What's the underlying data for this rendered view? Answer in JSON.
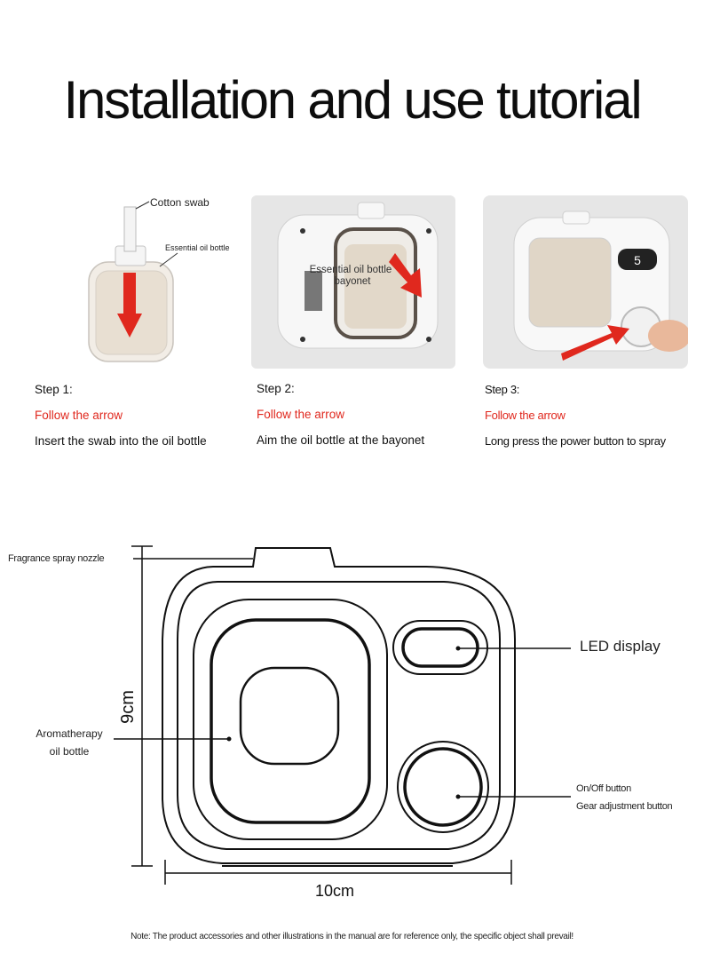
{
  "title": "Installation and use tutorial",
  "steps": [
    {
      "step": "Step 1:",
      "arrow_hint": "Follow the arrow",
      "description": "Insert the swab into the oil bottle",
      "image_labels": {
        "cotton_swab": "Cotton swab",
        "oil_bottle": "Essential oil bottle"
      }
    },
    {
      "step": "Step 2:",
      "arrow_hint": "Follow the arrow",
      "description": "Aim the oil bottle at the bayonet",
      "image_labels": {
        "bayonet_line1": "Essential oil bottle",
        "bayonet_line2": "bayonet"
      }
    },
    {
      "step": "Step 3:",
      "arrow_hint": "Follow the arrow",
      "description": "Long press the power button to spray",
      "image_labels": {
        "display_digit": "5"
      }
    }
  ],
  "diagram": {
    "labels": {
      "nozzle": "Fragrance spray nozzle",
      "bottle_line1": "Aromatherapy",
      "bottle_line2": "oil bottle",
      "led": "LED display",
      "button_line1": "On/Off button",
      "button_line2": "Gear adjustment button"
    },
    "height_dim": "9cm",
    "width_dim": "10cm"
  },
  "note": "Note: The product accessories and other illustrations in the manual are for reference only, the specific object shall prevail!",
  "colors": {
    "arrow": "#e0281e",
    "text": "#111111"
  }
}
